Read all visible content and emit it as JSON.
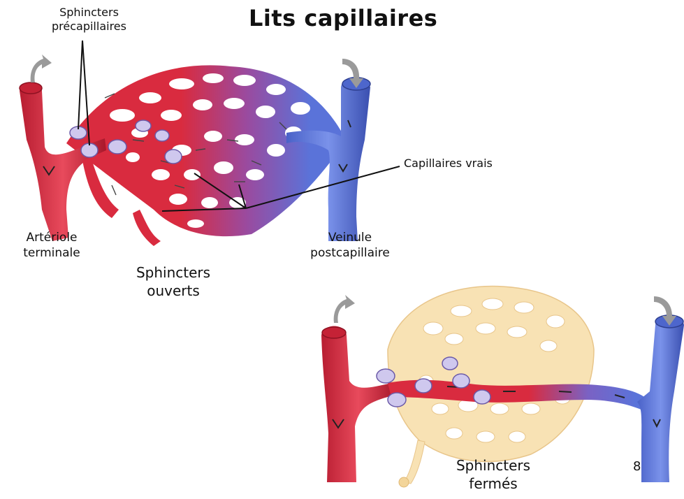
{
  "title": "Lits capillaires",
  "labels": {
    "precap_line1": "Sphincters",
    "precap_line2": "précapillaires",
    "capillaires_vrais": "Capillaires vrais",
    "arteriole_line1": "Artériole",
    "arteriole_line2": "terminale",
    "veinule_line1": "Veinule",
    "veinule_line2": "postcapillaire",
    "open_line1": "Sphincters",
    "open_line2": "ouverts",
    "closed_line1": "Sphincters",
    "closed_line2": "fermés"
  },
  "page_number": "8",
  "colors": {
    "artery": "#d92b3f",
    "artery_dark": "#a8182b",
    "vein": "#5a73d9",
    "vein_dark": "#3a4fb0",
    "capillary_empty": "#f8e2b4",
    "sphincter": "#cfc8ee",
    "flow_arrow": "#9a9a9a"
  }
}
